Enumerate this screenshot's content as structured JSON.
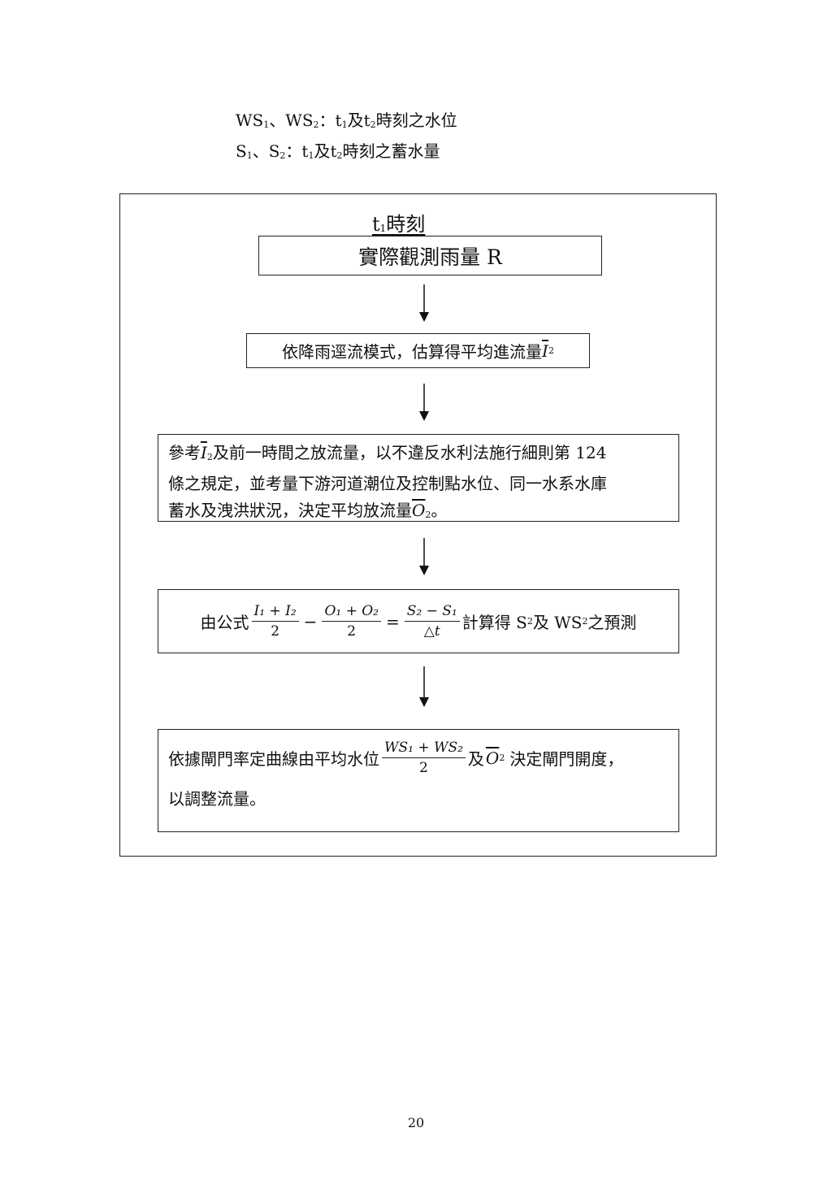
{
  "legend": {
    "line1": {
      "a": "WS",
      "a_sub": "1",
      "sep": "、",
      "b": "WS",
      "b_sub": "2",
      "colon": "：",
      "t1": "t",
      "t1_sub": "1",
      "mid": "及",
      "t2": "t",
      "t2_sub": "2",
      "desc": "時刻之水位"
    },
    "line2": {
      "a": "S",
      "a_sub": "1",
      "sep": "、",
      "b": "S",
      "b_sub": "2",
      "colon": "：",
      "t1": "t",
      "t1_sub": "1",
      "mid": "及",
      "t2": "t",
      "t2_sub": "2",
      "desc": "時刻之蓄水量"
    }
  },
  "heading": {
    "t": "t",
    "t_sub": "1",
    "text": "時刻"
  },
  "step1": {
    "text": "實際觀測雨量 R"
  },
  "step2": {
    "text": "依降雨逕流模式，估算得平均進流量",
    "sym": "I",
    "sym_sub": "2"
  },
  "step3": {
    "pre": "參考",
    "sym": "I",
    "sym_sub": "2",
    "line1": "及前一時間之放流量，以不違反水利法施行細則第 124",
    "line2": "條之規定，並考量下游河道潮位及控制點水位、同一水系水庫",
    "line3": "蓄水及洩洪狀況，決定平均放流量",
    "sym2": "O",
    "sym2_sub": "2",
    "end": "。"
  },
  "step4": {
    "pre": "由公式",
    "f1_num": "I₁ + I₂",
    "f1_den": "2",
    "minus": "−",
    "f2_num": "O₁ + O₂",
    "f2_den": "2",
    "eq": "=",
    "f3_num": "S₂ − S₁",
    "f3_den": "△t",
    "mid": "計算得 S",
    "s_sub": "2",
    "and": "及 WS",
    "ws_sub": "2",
    "post": "之預測"
  },
  "step5": {
    "pre": "依據閘門率定曲線由平均水位",
    "f_num": "WS₁ + WS₂",
    "f_den": "2",
    "and": "及",
    "sym": "O",
    "sym_sub": "2",
    "post": "決定閘門開度，",
    "line2": "以調整流量。"
  },
  "page_number": "20"
}
